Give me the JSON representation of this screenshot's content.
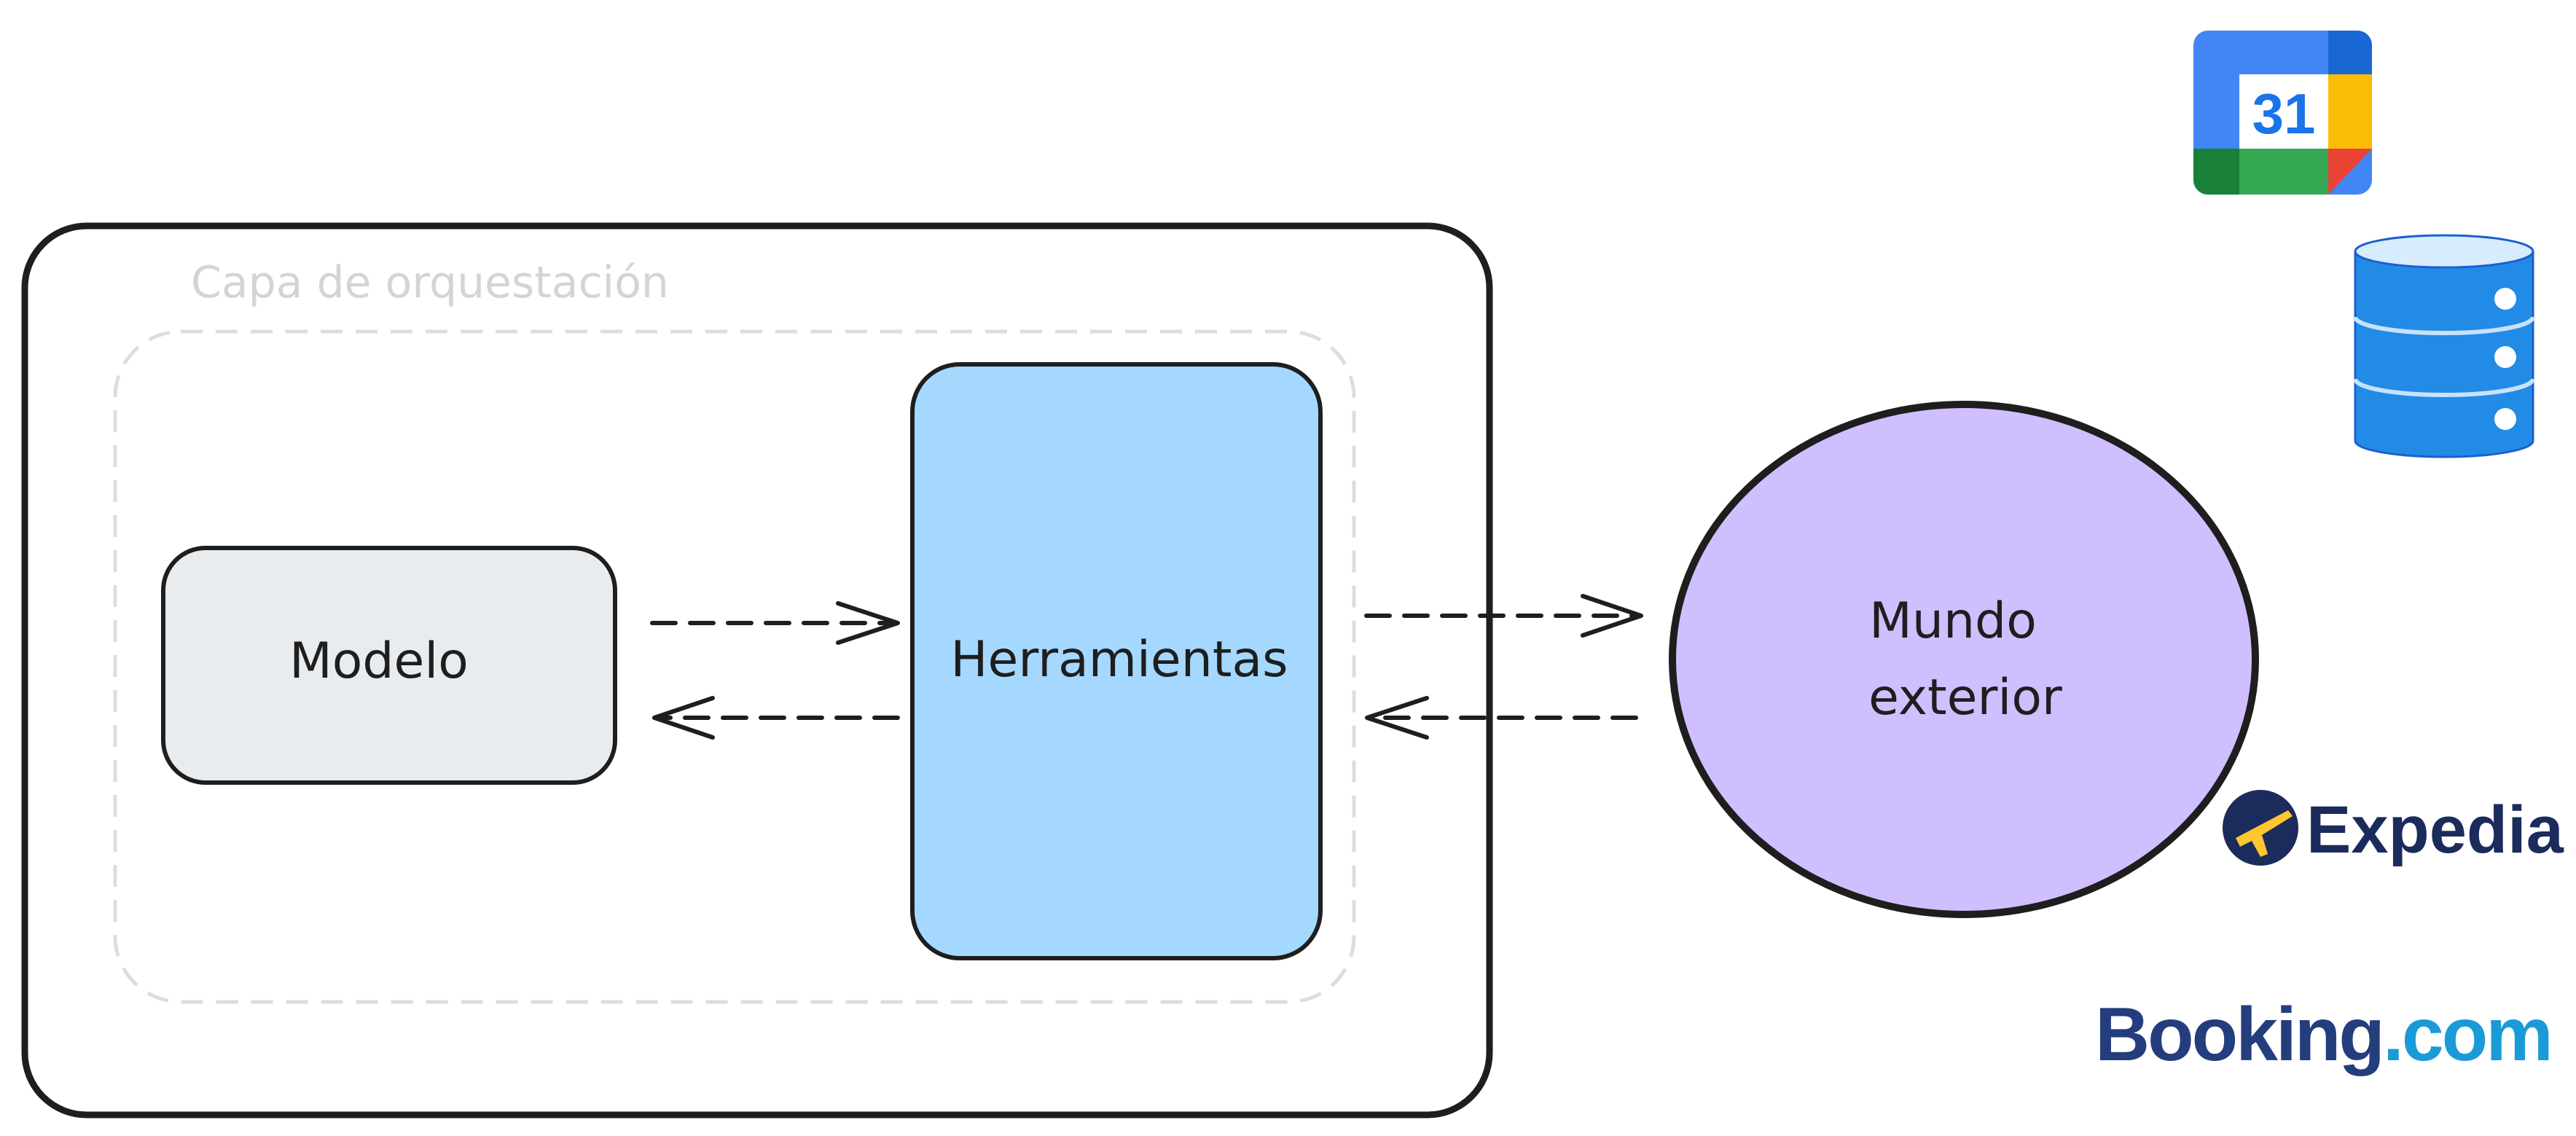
{
  "diagram": {
    "layer": {
      "label": "Capa de orquestación"
    },
    "nodes": {
      "model": {
        "label": "Modelo",
        "fill": "#e9ecef"
      },
      "tools": {
        "label": "Herramientas",
        "fill": "#a5d8ff"
      },
      "world": {
        "label_line1": "Mundo",
        "label_line2": "exterior",
        "fill": "#d0bfff"
      }
    },
    "stroke_color": "#1e1e1e",
    "dashed_color": "#dddddd"
  },
  "logos": {
    "calendar": {
      "icon": "google-calendar-icon",
      "number": "31"
    },
    "database": {
      "icon": "database-icon",
      "color": "#228be6"
    },
    "expedia": {
      "icon": "expedia-logo",
      "text": "Expedia"
    },
    "booking": {
      "icon": "booking-logo",
      "text_main": "Booking",
      "text_dot": ".",
      "text_tld": "com",
      "color_main": "#243d7c",
      "color_tld": "#1a9bd7"
    }
  }
}
